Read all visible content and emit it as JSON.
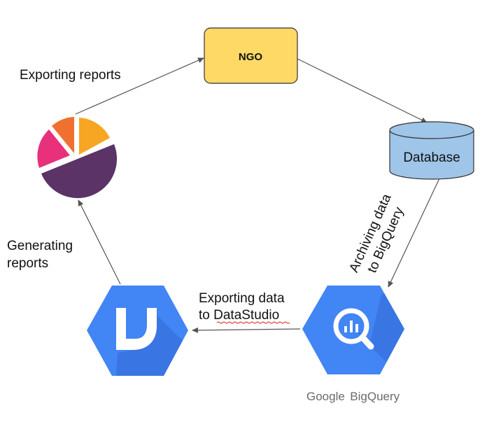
{
  "nodes": {
    "ngo": {
      "label": "NGO",
      "fill": "#ffd966",
      "stroke": "#333333"
    },
    "database": {
      "label": "Database",
      "fill": "#9fc5e8",
      "stroke": "#333333"
    },
    "bigquery": {
      "color": "#4285f4",
      "shadow": "#3367d6",
      "logo_google": "Google",
      "logo_product": "BigQuery"
    },
    "datastudio": {
      "color": "#4285f4",
      "shadow": "#3367d6"
    },
    "pie": {
      "colors": [
        "#f6a623",
        "#f07030",
        "#e8317a",
        "#5b3366"
      ]
    }
  },
  "edges": {
    "exporting_reports": "Exporting reports",
    "archiving_line1": "Archiving data",
    "archiving_line2": "to BigQuery",
    "exporting_data_line1": "Exporting data",
    "exporting_data_line2": "to DataStudio",
    "generating_line1": "Generating",
    "generating_line2": "reports"
  }
}
